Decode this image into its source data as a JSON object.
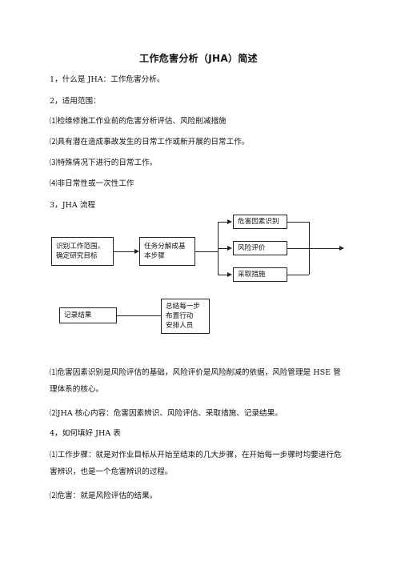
{
  "doc": {
    "title": "工作危害分析（JHA）简述",
    "q1": "1，什么是 JHA：工作危害分析。",
    "q2": "2，适用范围：",
    "scope": [
      "⑴检维修施工作业前的危害分析评估、风险削减措施",
      "⑵具有潜在造成事故发生的日常工作或新开展的日常工作。",
      "⑶特殊情况下进行的日常工作。",
      "⑷非日常性或一次性工作"
    ],
    "q3": "3，JHA 流程",
    "flow": {
      "box1_line1": "识别工作范围，",
      "box1_line2": "确定研究目标",
      "box2_line1": "任务分解成基",
      "box2_line2": "本步骤",
      "hazard_id": "危害因素识别",
      "risk_eval": "风险评价",
      "measures": "采取措施",
      "record": "记录结果",
      "summary_line1": "总结每一步",
      "summary_line2": "布置行动",
      "summary_line3": "安排人员"
    },
    "note1": "⑴危害因素识别是风险评估的基础，风险评价是风险削减的依据，风险管理是 HSE 管理体系的核心。",
    "note2": "⑵JHA 核心内容：危害因素辨识、风险评估、采取措施、记录结果。",
    "q4": "4，如何填好 JHA 表",
    "fill1": "⑴工作步骤：就是对作业目标从开始至结束的几大步骤，在开始每一步骤时均要进行危害辨识，也是一个危害辨识的过程。",
    "fill2": "⑵危害：就是风险评估的结果。"
  }
}
